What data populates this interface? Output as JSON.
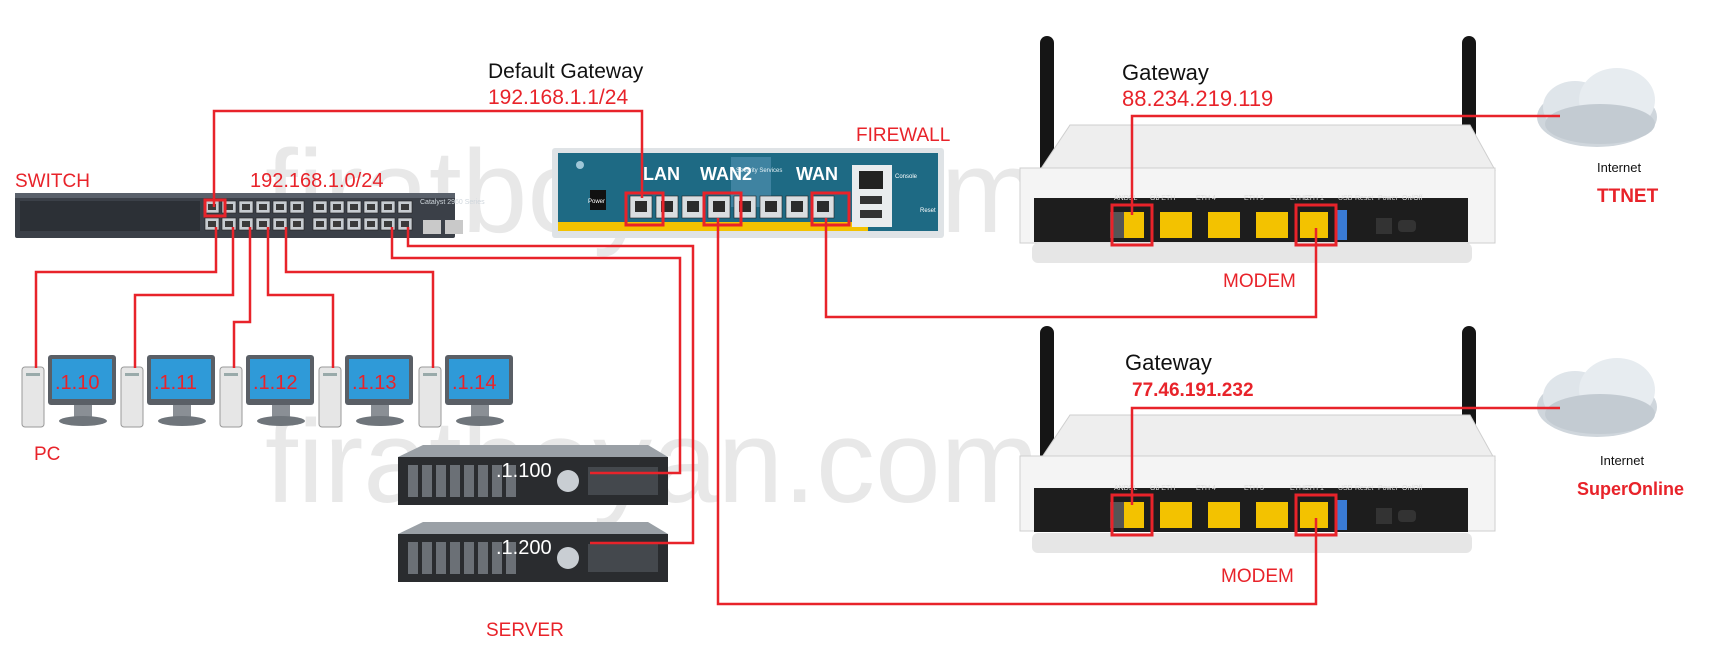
{
  "labels": {
    "default_gateway": "Default Gateway",
    "default_gateway_ip": "192.168.1.1/24",
    "switch": "SWITCH",
    "switch_subnet": "192.168.1.0/24",
    "switch_model": "Catalyst 2960 Series",
    "firewall": "FIREWALL",
    "fw_lan": "LAN",
    "fw_wan2": "WAN2",
    "fw_wan": "WAN",
    "fw_console": "Console",
    "fw_reset": "Reset",
    "fw_power": "Power",
    "fw_badge": "Security Services",
    "gateway1": "Gateway",
    "gateway1_ip": "88.234.219.119",
    "gateway2": "Gateway",
    "gateway2_ip": "77.46.191.232",
    "modem1": "MODEM",
    "modem2": "MODEM",
    "internet1": "Internet",
    "isp1": "TTNET",
    "internet2": "Internet",
    "isp2": "SuperOnline",
    "pc": "PC",
    "server": "SERVER",
    "watermark": "firatboyan.com"
  },
  "pcs": [
    {
      "ip": ".1.10"
    },
    {
      "ip": ".1.11"
    },
    {
      "ip": ".1.12"
    },
    {
      "ip": ".1.13"
    },
    {
      "ip": ".1.14"
    }
  ],
  "servers": [
    {
      "ip": ".1.100"
    },
    {
      "ip": ".1.200"
    }
  ],
  "modem_ports": [
    "ANDSL",
    "Gb ETH",
    "ETH 4",
    "ETH 3",
    "ETH 2",
    "ETH 1",
    "USB",
    "Reset",
    "Power",
    "On/Off"
  ],
  "colors": {
    "link": "#e8232a",
    "firewall_body": "#1e6a84",
    "switch_body": "#3b4048",
    "port_yellow": "#f3c200"
  },
  "icons": [
    "cloud-icon",
    "monitor-icon",
    "server-icon",
    "router-icon",
    "switch-icon",
    "firewall-icon"
  ]
}
